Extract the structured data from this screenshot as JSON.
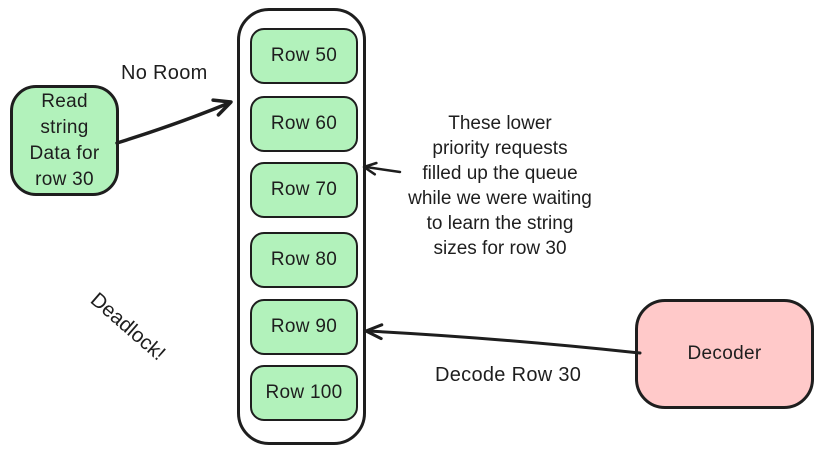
{
  "diagram": {
    "colors": {
      "background": "#ffffff",
      "stroke": "#1e1e1e",
      "green_fill": "#b2f2bb",
      "pink_fill": "#ffc9c9"
    },
    "read_request_box": {
      "lines": [
        "Read",
        "string",
        "Data for",
        "row 30"
      ]
    },
    "no_room_label": "No Room",
    "queue": {
      "rows": [
        "Row 50",
        "Row 60",
        "Row 70",
        "Row 80",
        "Row 90",
        "Row 100"
      ]
    },
    "annotation": {
      "lines": [
        "These lower",
        "priority requests",
        "filled up the queue",
        "while we were waiting",
        "to learn the string",
        "sizes for row 30"
      ]
    },
    "deadlock_label": "Deadlock!",
    "decoder_box": {
      "label": "Decoder"
    },
    "decode_label": "Decode Row 30"
  }
}
